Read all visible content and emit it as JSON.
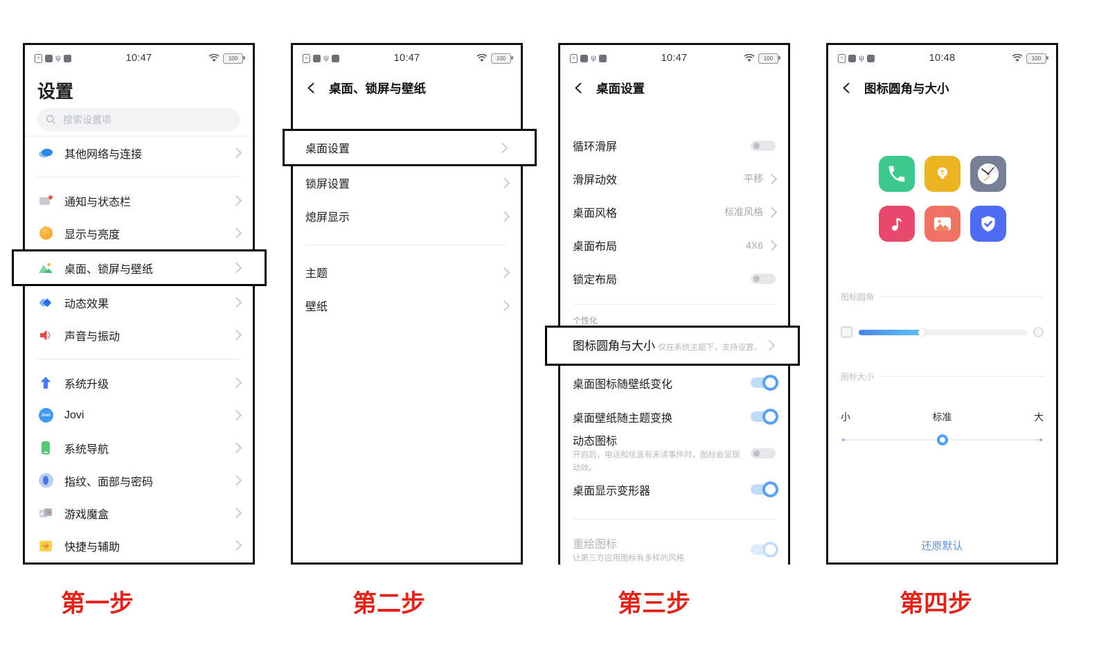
{
  "colors": {
    "accent_blue": "#57a0f2",
    "annotation_border": "#000000",
    "caption_red": "#e0241a",
    "toggle_on_track": "#bedcf8",
    "slider_gradient": [
      "#4a86e8",
      "#5fc3f4"
    ]
  },
  "screen1": {
    "status": {
      "time": "10:47",
      "battery": "100"
    },
    "title": "设置",
    "search_placeholder": "搜索设置项",
    "items": [
      {
        "label": "其他网络与连接"
      },
      {
        "label": "通知与状态栏"
      },
      {
        "label": "显示与亮度"
      },
      {
        "label": "桌面、锁屏与壁纸",
        "highlighted": true
      },
      {
        "label": "动态效果"
      },
      {
        "label": "声音与振动"
      },
      {
        "label": "系统升级"
      },
      {
        "label": "Jovi",
        "icon_text": "Jovi"
      },
      {
        "label": "系统导航"
      },
      {
        "label": "指纹、面部与密码"
      },
      {
        "label": "游戏魔盒"
      },
      {
        "label": "快捷与辅助"
      }
    ],
    "caption": "第一步"
  },
  "screen2": {
    "status": {
      "time": "10:47",
      "battery": "100"
    },
    "header": "桌面、锁屏与壁纸",
    "items": [
      {
        "label": "桌面设置",
        "highlighted": true
      },
      {
        "label": "锁屏设置"
      },
      {
        "label": "熄屏显示"
      },
      {
        "label": "主题"
      },
      {
        "label": "壁纸"
      }
    ],
    "caption": "第二步"
  },
  "screen3": {
    "status": {
      "time": "10:47",
      "battery": "100"
    },
    "header": "桌面设置",
    "rows": [
      {
        "label": "循环滑屏",
        "control": "toggle",
        "state": "off"
      },
      {
        "label": "滑屏动效",
        "value": "平移"
      },
      {
        "label": "桌面风格",
        "value": "标准风格"
      },
      {
        "label": "桌面布局",
        "value": "4X6"
      },
      {
        "label": "锁定布局",
        "control": "toggle",
        "state": "off"
      }
    ],
    "section_label": "个性化",
    "highlight": {
      "label": "图标圆角与大小",
      "subtitle": "仅在系统主题下，支持设置。",
      "highlighted": true
    },
    "rows2": [
      {
        "label": "桌面图标随壁纸变化",
        "control": "toggle",
        "state": "on"
      },
      {
        "label": "桌面壁纸随主题变换",
        "control": "toggle",
        "state": "on"
      },
      {
        "label": "动态图标",
        "subtitle": "开启后，电话和信息有未读事件时，图标会呈现动效。",
        "control": "toggle",
        "state": "off"
      },
      {
        "label": "桌面显示变形器",
        "control": "toggle",
        "state": "on"
      },
      {
        "label": "重绘图标",
        "subtitle": "让第三方应用图标有多样的风格",
        "control": "toggle",
        "state": "on-disabled"
      }
    ],
    "caption": "第三步"
  },
  "screen4": {
    "status": {
      "time": "10:48",
      "battery": "100"
    },
    "header": "图标圆角与大小",
    "app_icons": [
      "phone",
      "bulb",
      "clock",
      "music",
      "gallery",
      "security-shield"
    ],
    "corner_label": "图标圆角",
    "corner_value_percent": 38,
    "size_label": "图标大小",
    "size_marks": [
      "小",
      "标准",
      "大"
    ],
    "size_value": "标准",
    "reset_label": "还原默认",
    "caption": "第四步"
  }
}
